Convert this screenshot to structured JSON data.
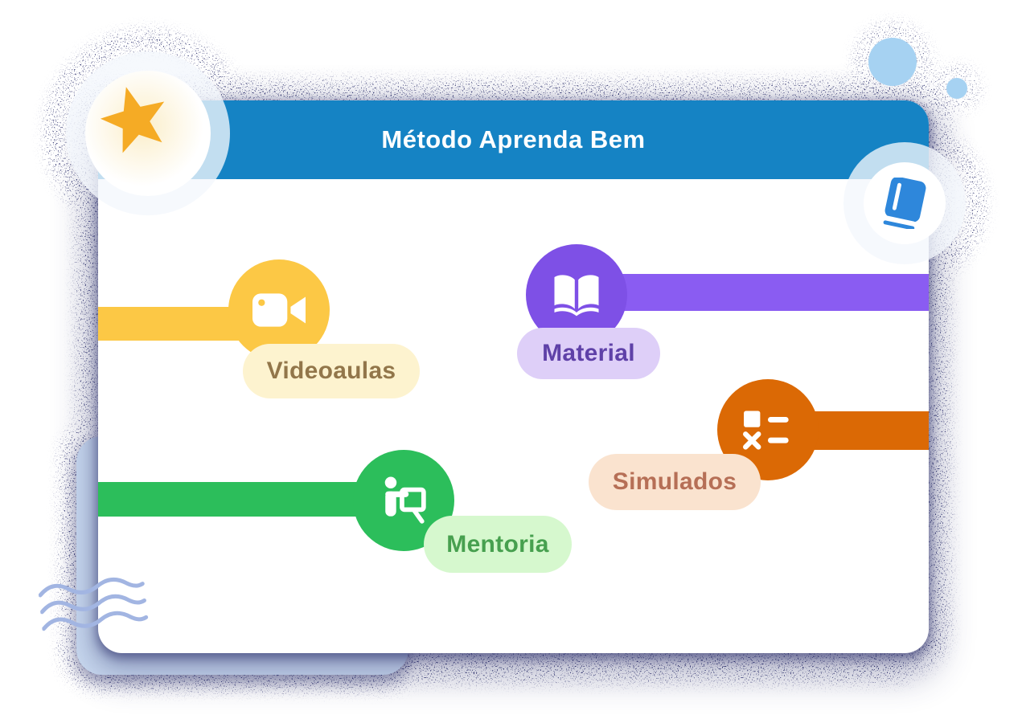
{
  "title_bar": {
    "title": "Método Aprenda Bem",
    "bg_color": "#1583C4",
    "text_color": "#FFFFFF"
  },
  "items": [
    {
      "label": "Videoaulas",
      "icon": "video-camera-icon",
      "accent": "#FCC845",
      "bar_color": "#FCC845",
      "pill_bg": "#FDF3CF",
      "pill_text": "#92764A"
    },
    {
      "label": "Material",
      "icon": "open-book-icon",
      "accent": "#7E50E6",
      "bar_color": "#8A5CF2",
      "pill_bg": "#DECFF8",
      "pill_text": "#5F41A8"
    },
    {
      "label": "Simulados",
      "icon": "math-operations-icon",
      "accent": "#DB6905",
      "bar_color": "#DB6905",
      "pill_bg": "#FAE3CF",
      "pill_text": "#B66F56"
    },
    {
      "label": "Mentoria",
      "icon": "person-presenting-icon",
      "accent": "#2CBE5B",
      "bar_color": "#2CBE5B",
      "pill_bg": "#D6F8CE",
      "pill_text": "#47A04F"
    }
  ],
  "badges": {
    "top_left_icon": "star-icon",
    "right_icon": "book-icon",
    "ring_color": "rgba(244,247,252,0.78)",
    "star_color": "#F5AB25",
    "book_color": "#2E87DB"
  },
  "decor": {
    "shadow_color": "#2B2E6B",
    "background_card_color": "#CFE0F5",
    "waves_color": "#A2B5E2",
    "bubble_color": "#A6D2F2"
  }
}
